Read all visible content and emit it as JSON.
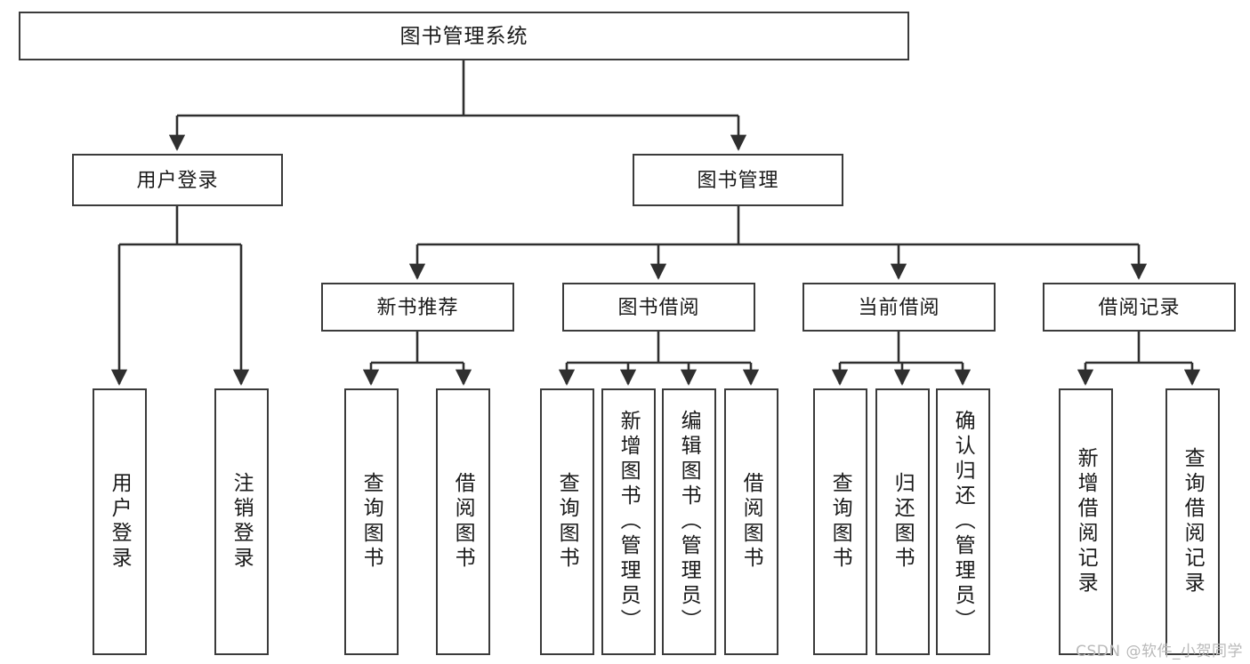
{
  "diagram": {
    "title": "图书管理系统",
    "type": "tree-hierarchy",
    "root": {
      "id": "root",
      "label": "图书管理系统"
    },
    "level2": [
      {
        "id": "user-login",
        "label": "用户登录"
      },
      {
        "id": "book-manage",
        "label": "图书管理"
      }
    ],
    "level3": [
      {
        "id": "new-book-rec",
        "label": "新书推荐"
      },
      {
        "id": "book-borrow",
        "label": "图书借阅"
      },
      {
        "id": "current-borrow",
        "label": "当前借阅"
      },
      {
        "id": "borrow-record",
        "label": "借阅记录"
      }
    ],
    "leaves": [
      {
        "id": "leaf-user-login",
        "label": "用户登录"
      },
      {
        "id": "leaf-logout",
        "label": "注销登录"
      },
      {
        "id": "leaf-query-book-1",
        "label": "查询图书"
      },
      {
        "id": "leaf-borrow-book-1",
        "label": "借阅图书"
      },
      {
        "id": "leaf-query-book-2",
        "label": "查询图书"
      },
      {
        "id": "leaf-add-book",
        "label": "新增图书（管理员）"
      },
      {
        "id": "leaf-edit-book",
        "label": "编辑图书（管理员）"
      },
      {
        "id": "leaf-borrow-book-2",
        "label": "借阅图书"
      },
      {
        "id": "leaf-query-book-3",
        "label": "查询图书"
      },
      {
        "id": "leaf-return-book",
        "label": "归还图书"
      },
      {
        "id": "leaf-confirm-return",
        "label": "确认归还（管理员）"
      },
      {
        "id": "leaf-add-record",
        "label": "新增借阅记录"
      },
      {
        "id": "leaf-query-record",
        "label": "查询借阅记录"
      }
    ]
  },
  "watermark": {
    "text": "CSDN @软件_小贺同学"
  },
  "colors": {
    "box_border": "#3b3b3b",
    "box_fill": "#ffffff",
    "edge": "#2f2f2f",
    "text": "#1a1a1a",
    "watermark": "#b9b9b9",
    "background": "#ffffff"
  }
}
